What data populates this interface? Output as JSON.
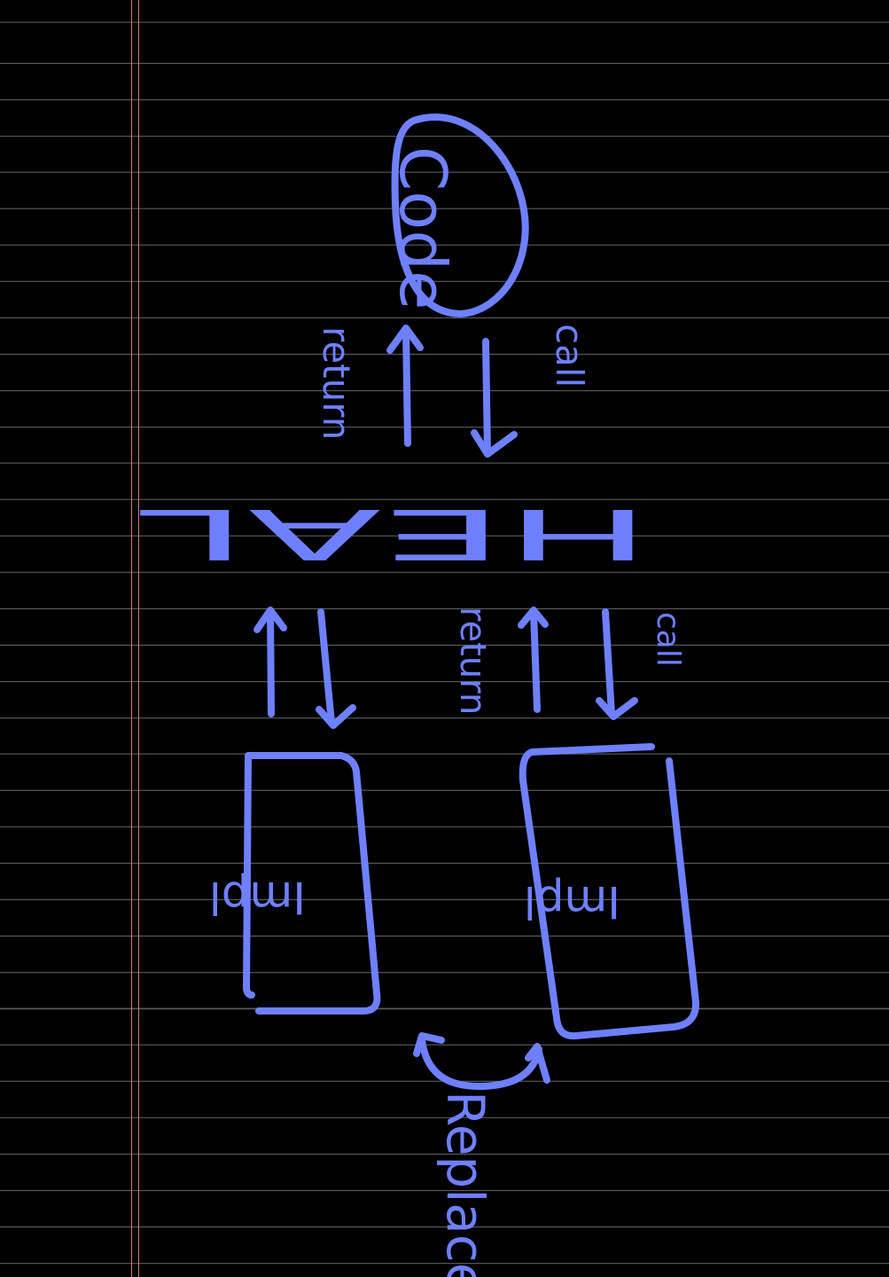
{
  "notebook": {
    "ink_color": "#6f80ff",
    "background_color": "#000000",
    "rule_color": "#5a5a5a",
    "margin_color": "#c98080"
  },
  "diagram": {
    "top_node": "Code",
    "top_call": "call",
    "top_return": "return",
    "middle_layer": "HEAL",
    "right_call": "call",
    "right_return": "return",
    "left_impl": "Impl",
    "right_impl": "Impl",
    "replace": "Replace"
  }
}
